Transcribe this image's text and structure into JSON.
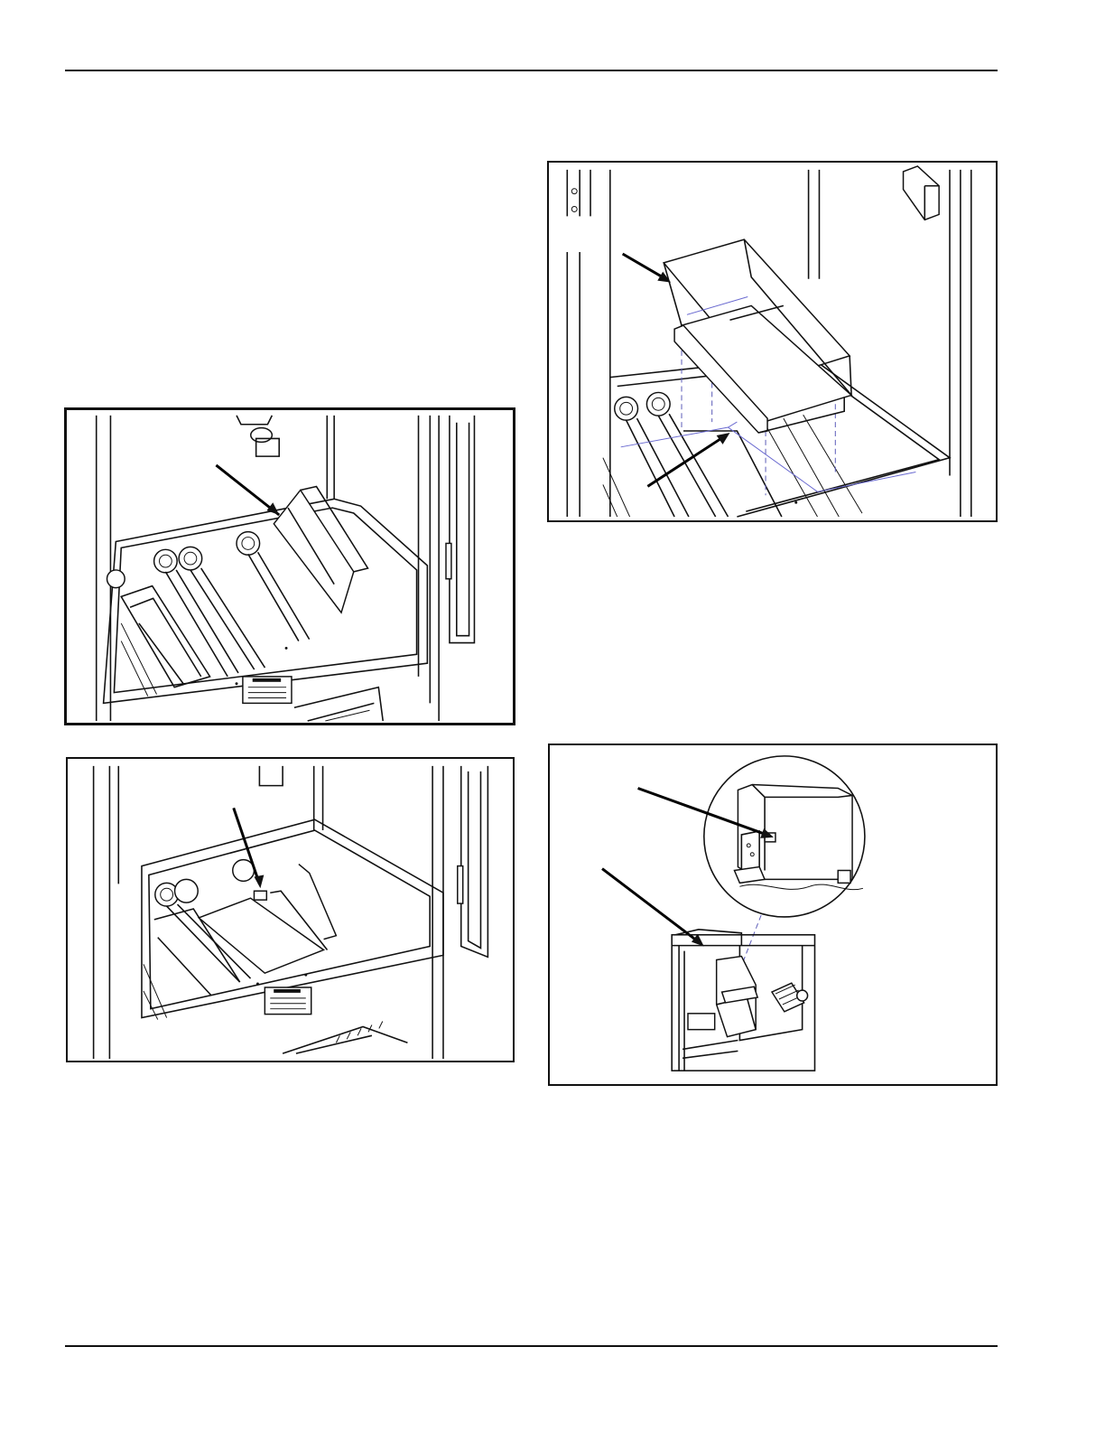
{
  "page": {
    "figures": [
      {
        "id": "fig-a",
        "name": "figure-hopper-bracket-installed"
      },
      {
        "id": "fig-b",
        "name": "figure-hopper-bracket-latch"
      },
      {
        "id": "fig-c",
        "name": "figure-hopper-placement"
      },
      {
        "id": "fig-d",
        "name": "figure-hopper-detail-view"
      }
    ]
  },
  "colors": {
    "line": "#111111",
    "guide_blue": "#6a6ad0",
    "background": "#ffffff"
  }
}
